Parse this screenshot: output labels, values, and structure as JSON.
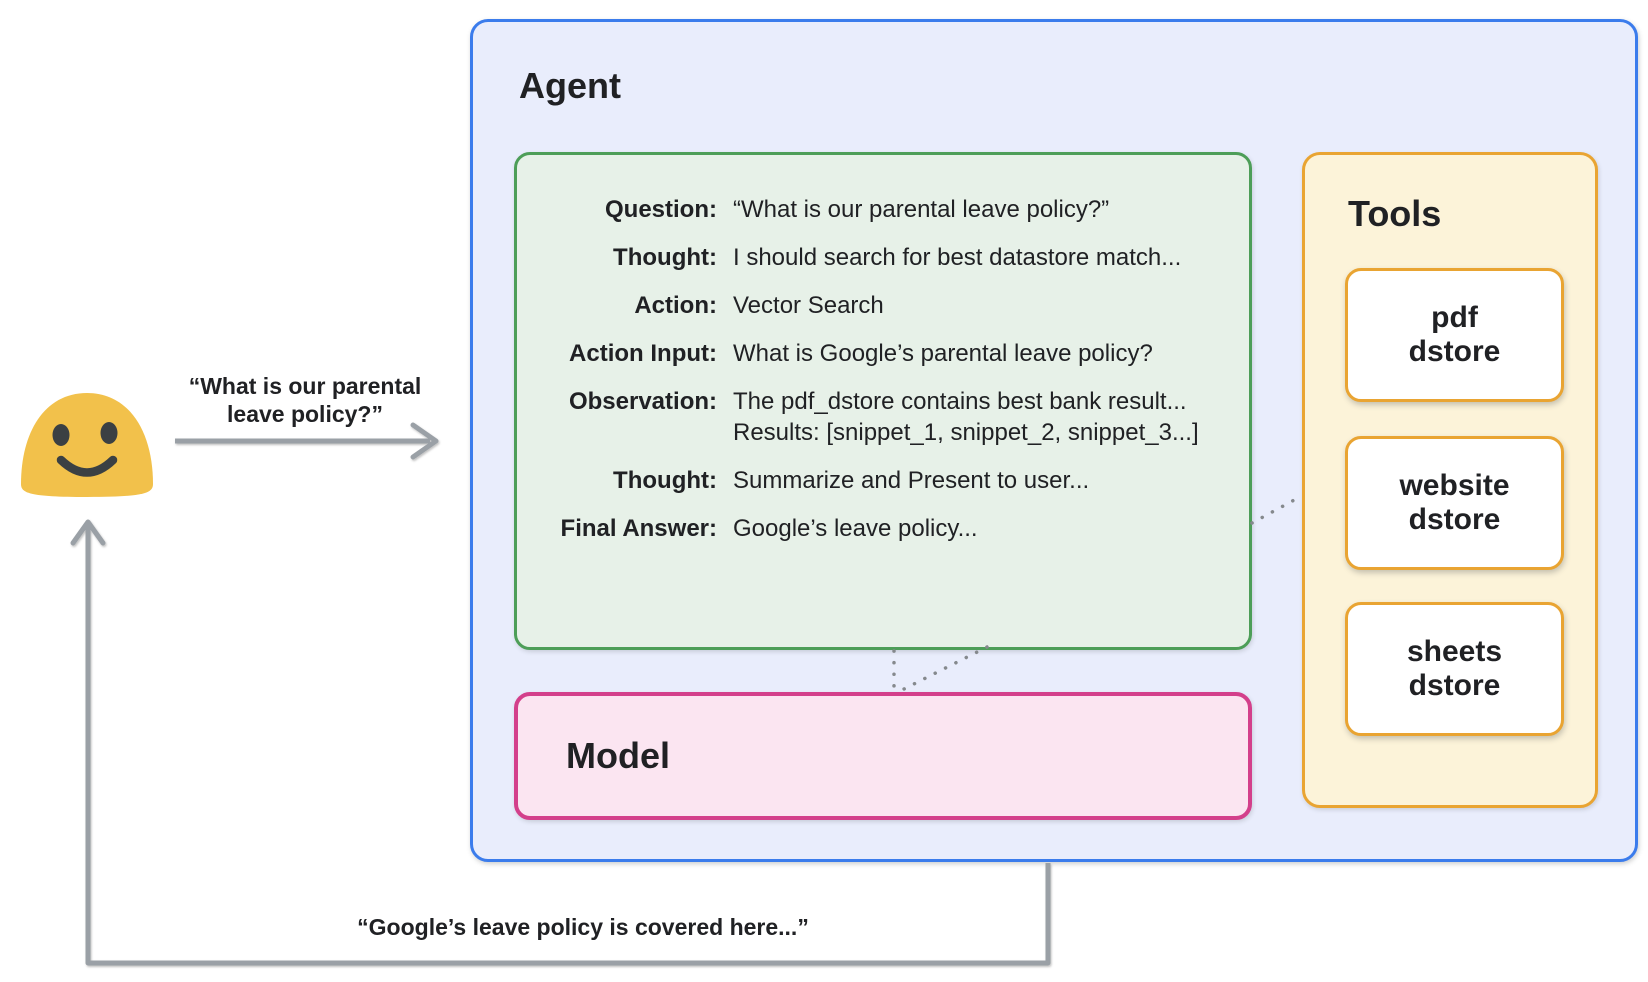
{
  "colors": {
    "agent-border": "#3b7cec",
    "agent-fill": "#e9edfc",
    "trace-border": "#4d9e58",
    "trace-fill": "#e7f1e8",
    "tools-border": "#e9a432",
    "tools-fill": "#fcf3d9",
    "tool-card-fill": "#ffffff",
    "model-border": "#d33f8b",
    "model-fill": "#fbe5f1",
    "arrow": "#9aa0a6",
    "dots": "#85898d",
    "text": "#202124",
    "emoji-yellow": "#f2c14b",
    "emoji-face": "#3b4043"
  },
  "user_request": {
    "line1": "“What is our parental",
    "line2": "leave policy?”"
  },
  "user_response": "“Google’s leave policy is covered here...”",
  "agent": {
    "title": "Agent",
    "trace": {
      "rows": [
        {
          "label": "Question:",
          "value": "“What is our parental leave policy?”"
        },
        {
          "label": "Thought:",
          "value": "I should search for best datastore match..."
        },
        {
          "label": "Action:",
          "value": "Vector Search"
        },
        {
          "label": "Action Input:",
          "value": "What is Google’s parental leave policy?"
        },
        {
          "label": "Observation:",
          "value": "The pdf_dstore contains best bank result...",
          "value2": "Results: [snippet_1, snippet_2, snippet_3...]"
        },
        {
          "label": "Thought:",
          "value": "Summarize and Present to user..."
        },
        {
          "label": "Final Answer:",
          "value": "Google’s leave policy..."
        }
      ]
    },
    "model": {
      "title": "Model"
    },
    "tools": {
      "title": "Tools",
      "items": [
        {
          "line1": "pdf",
          "line2": "dstore"
        },
        {
          "line1": "website",
          "line2": "dstore"
        },
        {
          "line1": "sheets",
          "line2": "dstore"
        }
      ]
    }
  }
}
